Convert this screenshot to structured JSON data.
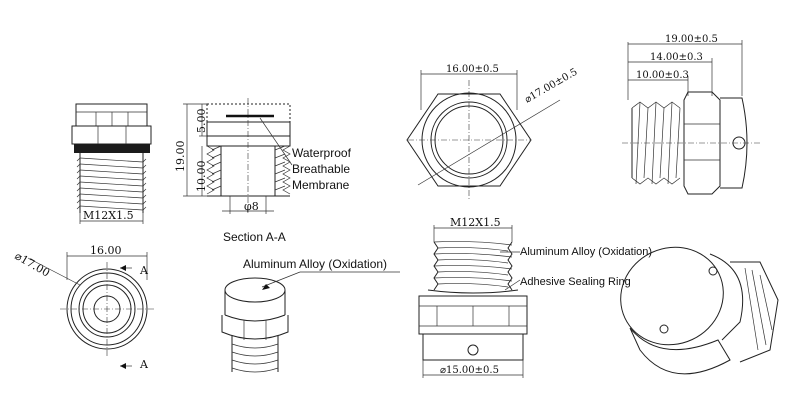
{
  "section_title": "Section A-A",
  "labels": {
    "waterproof_line1": "Waterproof",
    "waterproof_line2": "Breathable",
    "waterproof_line3": "Membrane",
    "aluminum_alloy": "Aluminum Alloy (Oxidation)",
    "aluminum_alloy_right": "Aluminum Alloy (Oxidation)",
    "adhesive_ring": "Adhesive Sealing Ring"
  },
  "dimensions": {
    "thread_side": "M12X1.5",
    "height_total": "19.00",
    "height_cap": "5.00",
    "height_thread": "10.00",
    "bore": "φ8",
    "width_front": "16.00",
    "diameter_front": "⌀17.00",
    "section_mark_top": "A",
    "section_mark_bottom": "A",
    "hex_width": "16.00±0.5",
    "hex_diameter": "⌀17.00±0.5",
    "length_total": "19.00±0.5",
    "length_mid": "14.00±0.3",
    "length_thread": "10.00±0.3",
    "thread_right": "M12X1.5",
    "base_diameter": "⌀15.00±0.5"
  }
}
